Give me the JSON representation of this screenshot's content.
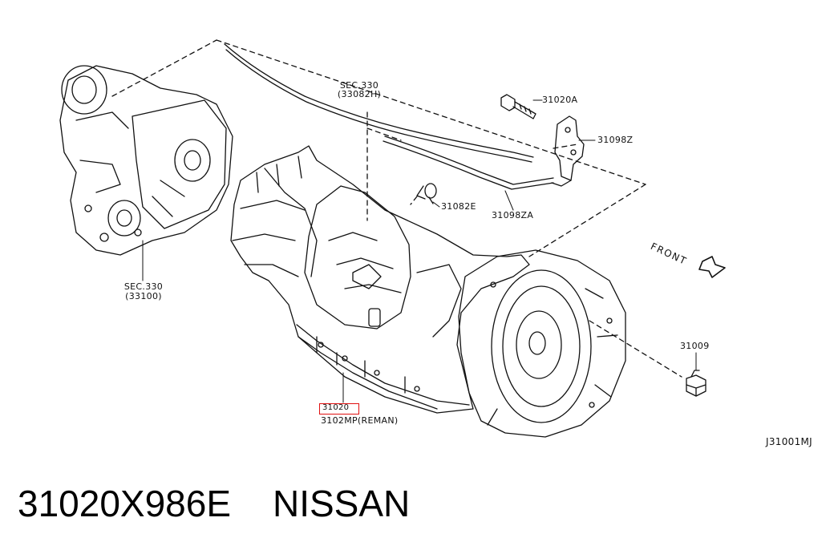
{
  "callouts": {
    "sec330_top": "SEC.330",
    "sec330_top_ref": "(33082H)",
    "sec330_left": "SEC.330",
    "sec330_left_ref": "(33100)",
    "p31020A": "31020A",
    "p31098Z": "31098Z",
    "p31082E": "31082E",
    "p31098ZA": "31098ZA",
    "p31009": "31009",
    "p31020": "31020",
    "p3102MP": "3102MP(REMAN)",
    "diagram_code": "J31001MJ",
    "front": "FRONT"
  },
  "footer": {
    "part_number": "31020X986E",
    "brand": "NISSAN"
  },
  "colors": {
    "line": "#111111",
    "highlight": "#e01010"
  },
  "icons": {
    "front_arrow": "front-arrow-icon"
  }
}
